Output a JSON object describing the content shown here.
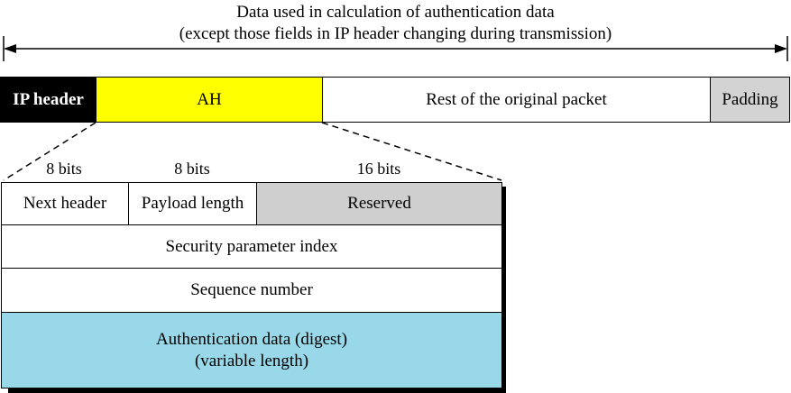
{
  "caption": {
    "line1": "Data used in calculation of authentication data",
    "line2": "(except those fields in IP header changing during transmission)"
  },
  "packet": {
    "ip_header": "IP header",
    "ah": "AH",
    "rest": "Rest of the original packet",
    "padding": "Padding"
  },
  "bit_labels": {
    "first": "8 bits",
    "second": "8 bits",
    "third": "16 bits"
  },
  "ah_fields": {
    "next_header": "Next header",
    "payload_length": "Payload length",
    "reserved": "Reserved",
    "spi": "Security parameter index",
    "sequence": "Sequence number",
    "auth_line1": "Authentication data (digest)",
    "auth_line2": "(variable length)"
  },
  "colors": {
    "ip_header_bg": "#000000",
    "ah_bg": "#ffff00",
    "padding_bg": "#d3d3d3",
    "reserved_bg": "#cfcfcf",
    "auth_bg": "#99d8e8",
    "shadow": "#000000"
  }
}
